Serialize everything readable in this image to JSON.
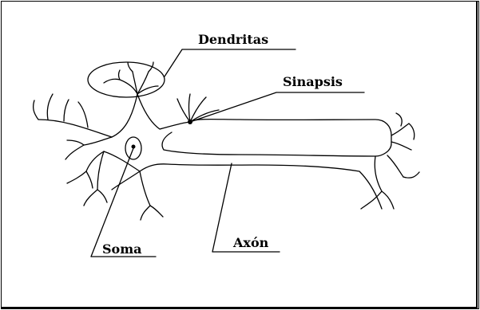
{
  "labels": {
    "dendritas": "Dendritas",
    "sinapsis": "Sinapsis",
    "soma": "Soma",
    "axon": "Axón"
  }
}
